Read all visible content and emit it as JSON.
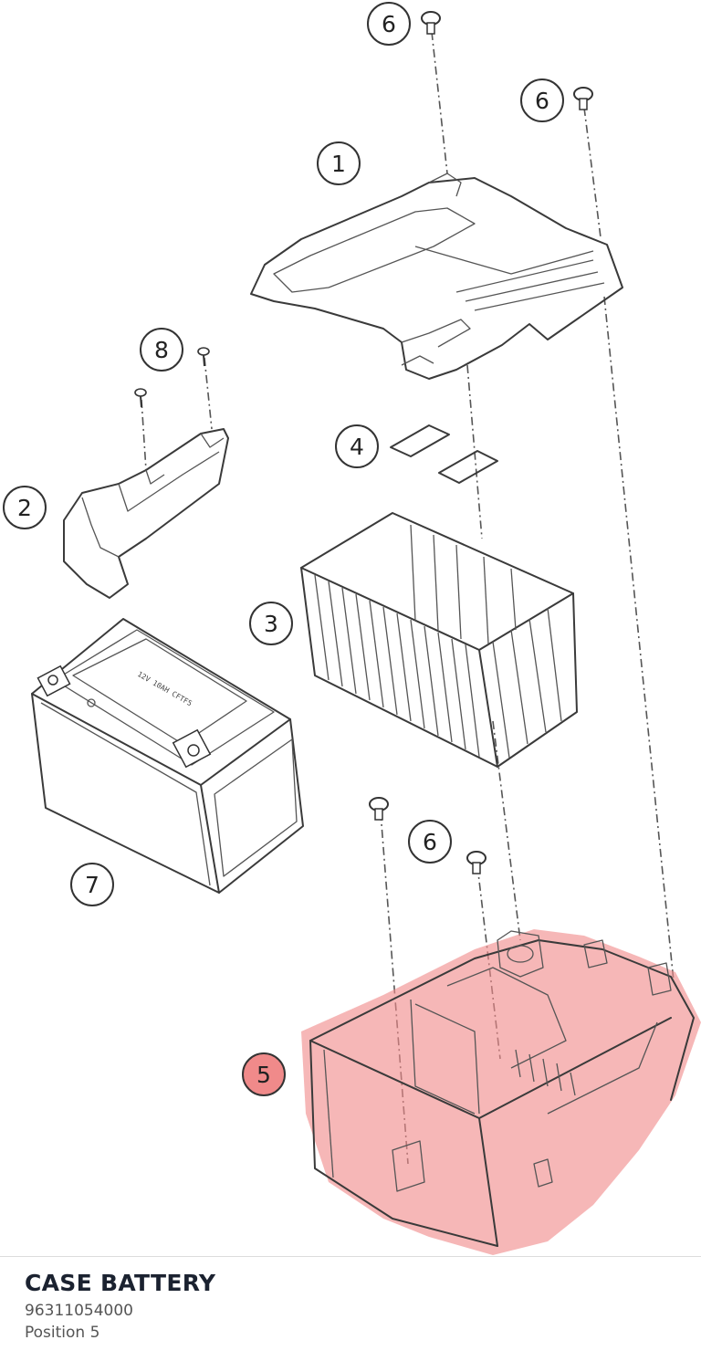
{
  "callouts": {
    "c1": "1",
    "c2": "2",
    "c3": "3",
    "c4": "4",
    "c5": "5",
    "c6": "6",
    "c7": "7",
    "c8": "8"
  },
  "battery_marking": "12V 10AH CFTF5",
  "highlight_color": "#f08a8a",
  "part": {
    "title": "CASE BATTERY",
    "number": "96311054000",
    "position": "Position 5"
  }
}
